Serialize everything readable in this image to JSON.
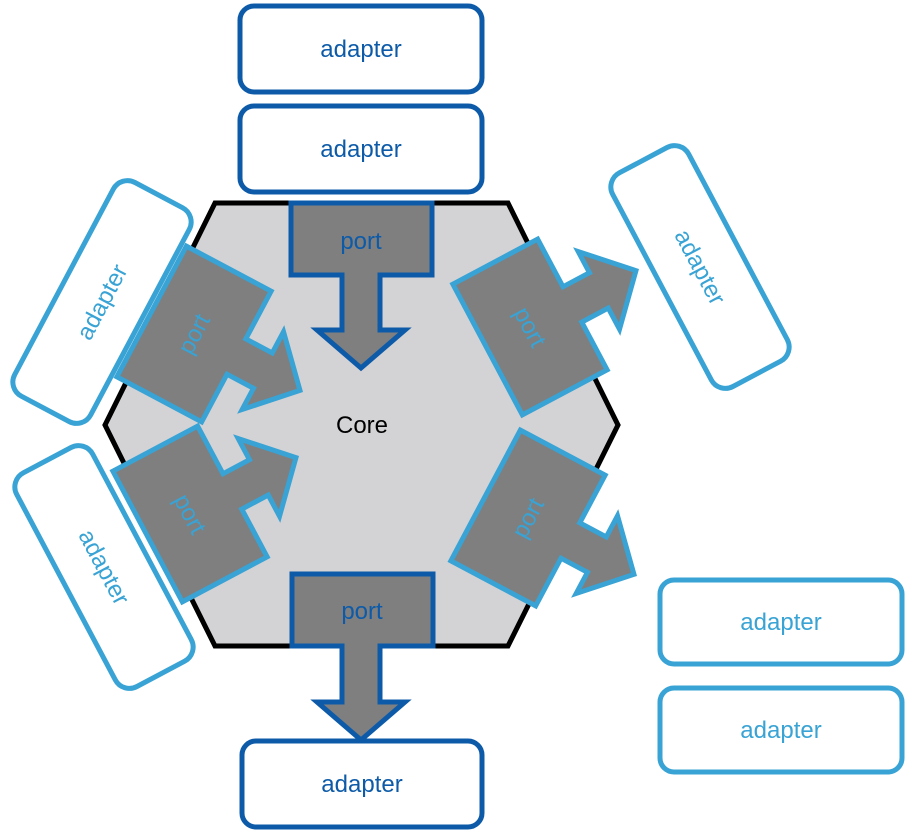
{
  "colors": {
    "dark_blue": "#0d5ba8",
    "light_blue": "#38a3d4",
    "port_fill": "#7f7f7f",
    "core_fill": "#d3d2d5",
    "core_stroke": "#000000"
  },
  "core": {
    "label": "Core"
  },
  "ports": [
    {
      "id": "top",
      "label": "port",
      "color": "dark_blue"
    },
    {
      "id": "bottom",
      "label": "port",
      "color": "dark_blue"
    },
    {
      "id": "upper-left",
      "label": "port",
      "color": "light_blue"
    },
    {
      "id": "lower-left",
      "label": "port",
      "color": "light_blue"
    },
    {
      "id": "upper-right",
      "label": "port",
      "color": "light_blue"
    },
    {
      "id": "lower-right",
      "label": "port",
      "color": "light_blue"
    }
  ],
  "adapters": [
    {
      "id": "top-1",
      "label": "adapter",
      "color": "dark_blue"
    },
    {
      "id": "top-2",
      "label": "adapter",
      "color": "dark_blue"
    },
    {
      "id": "bottom",
      "label": "adapter",
      "color": "dark_blue"
    },
    {
      "id": "left-upper",
      "label": "adapter",
      "color": "light_blue"
    },
    {
      "id": "left-lower",
      "label": "adapter",
      "color": "light_blue"
    },
    {
      "id": "right-upper",
      "label": "adapter",
      "color": "light_blue"
    },
    {
      "id": "right-lower-1",
      "label": "adapter",
      "color": "light_blue"
    },
    {
      "id": "right-lower-2",
      "label": "adapter",
      "color": "light_blue"
    }
  ]
}
